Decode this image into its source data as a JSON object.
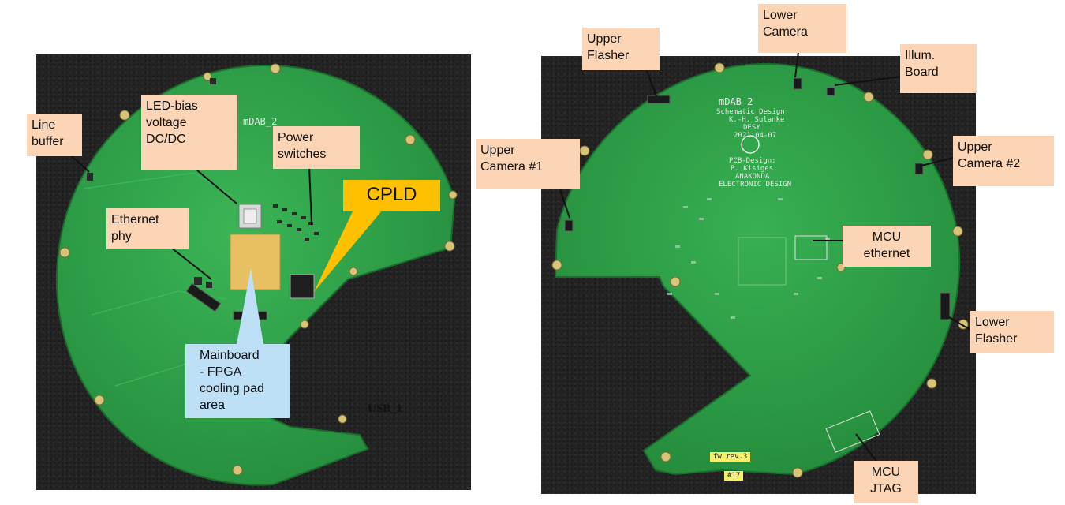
{
  "callouts": {
    "line_buffer": "Line\nbuffer",
    "led_bias": "LED-bias\nvoltage\nDC/DC",
    "power_switches": "Power\nswitches",
    "cpld": "CPLD",
    "ethernet_phy": "Ethernet\nphy",
    "mainboard": "Mainboard\n- FPGA\ncooling pad\narea",
    "upper_flasher": "Upper\nFlasher",
    "lower_camera": "Lower\nCamera",
    "illum_board": "Illum.\nBoard",
    "upper_camera_1": "Upper\nCamera #1",
    "upper_camera_2": "Upper\nCamera #2",
    "mcu_ethernet": "MCU\nethernet",
    "lower_flasher": "Lower\nFlasher",
    "mcu_jtag": "MCU\nJTAG"
  },
  "board_text": {
    "usb_label": "USB_1",
    "left_board_name": "mDAB_2",
    "right_board_name": "mDAB_2",
    "schematic_design": "Schematic Design:",
    "schematic_author": "K.-H. Sulanke",
    "institution": "DESY",
    "date": "2021-04-07",
    "pcb_design": "PCB-Design:",
    "pcb_author": "B. Kisiges",
    "company_1": "ANAKONDA",
    "company_2": "ELECTRONIC DESIGN",
    "fw_rev": "fw rev.3",
    "board_number": "#17"
  },
  "colors": {
    "pcb_green": "#2fa34a",
    "callout_orange": "#fbd5b5",
    "callout_blue": "#bde0f7",
    "cpld_yellow": "#ffc000",
    "background_dark": "#242424"
  }
}
